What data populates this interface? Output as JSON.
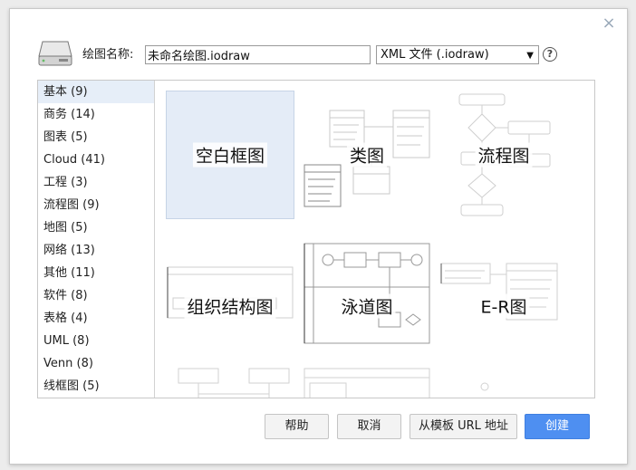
{
  "form": {
    "name_label": "绘图名称:",
    "name_value": "未命名绘图.iodraw",
    "type_value": "XML 文件 (.iodraw)",
    "help_glyph": "?"
  },
  "close_glyph": "×",
  "categories": [
    {
      "label": "基本 (9)",
      "selected": true
    },
    {
      "label": "商务 (14)"
    },
    {
      "label": "图表 (5)"
    },
    {
      "label": "Cloud (41)"
    },
    {
      "label": "工程 (3)"
    },
    {
      "label": "流程图 (9)"
    },
    {
      "label": "地图 (5)"
    },
    {
      "label": "网络 (13)"
    },
    {
      "label": "其他 (11)"
    },
    {
      "label": "软件 (8)"
    },
    {
      "label": "表格 (4)"
    },
    {
      "label": "UML (8)"
    },
    {
      "label": "Venn (8)"
    },
    {
      "label": "线框图 (5)"
    }
  ],
  "templates": [
    {
      "label": "空白框图",
      "selected": true
    },
    {
      "label": "类图"
    },
    {
      "label": "流程图"
    },
    {
      "label": "组织结构图"
    },
    {
      "label": "泳道图"
    },
    {
      "label": "E-R图"
    },
    {
      "label": ""
    },
    {
      "label": ""
    },
    {
      "label": ""
    }
  ],
  "buttons": {
    "help": "帮助",
    "cancel": "取消",
    "from_url": "从模板 URL 地址",
    "create": "创建"
  }
}
